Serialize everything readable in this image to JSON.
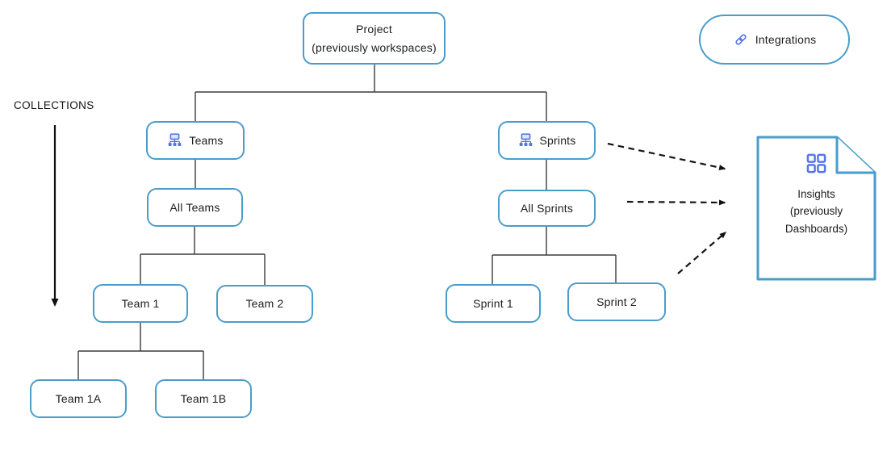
{
  "colors": {
    "box_border": "#4a9dcb",
    "icon_blue": "#5577e8",
    "connector": "#3c3c3c",
    "arrow": "#111111",
    "text": "#1d1d1f"
  },
  "collections": {
    "label": "COLLECTIONS"
  },
  "integrations": {
    "label": "Integrations",
    "icon": "link-icon"
  },
  "nodes": {
    "project": {
      "line1": "Project",
      "line2": "(previously workspaces)"
    },
    "teams": {
      "label": "Teams",
      "icon": "org-chart-icon"
    },
    "all_teams": {
      "label": "All Teams"
    },
    "team1": {
      "label": "Team 1"
    },
    "team2": {
      "label": "Team 2"
    },
    "team1a": {
      "label": "Team 1A"
    },
    "team1b": {
      "label": "Team 1B"
    },
    "sprints": {
      "label": "Sprints",
      "icon": "org-chart-icon"
    },
    "all_sprints": {
      "label": "All Sprints"
    },
    "sprint1": {
      "label": "Sprint 1"
    },
    "sprint2": {
      "label": "Sprint 2"
    }
  },
  "insights": {
    "line1": "Insights",
    "line2": "(previously",
    "line3": "Dashboards)",
    "icon": "grid-icon"
  }
}
